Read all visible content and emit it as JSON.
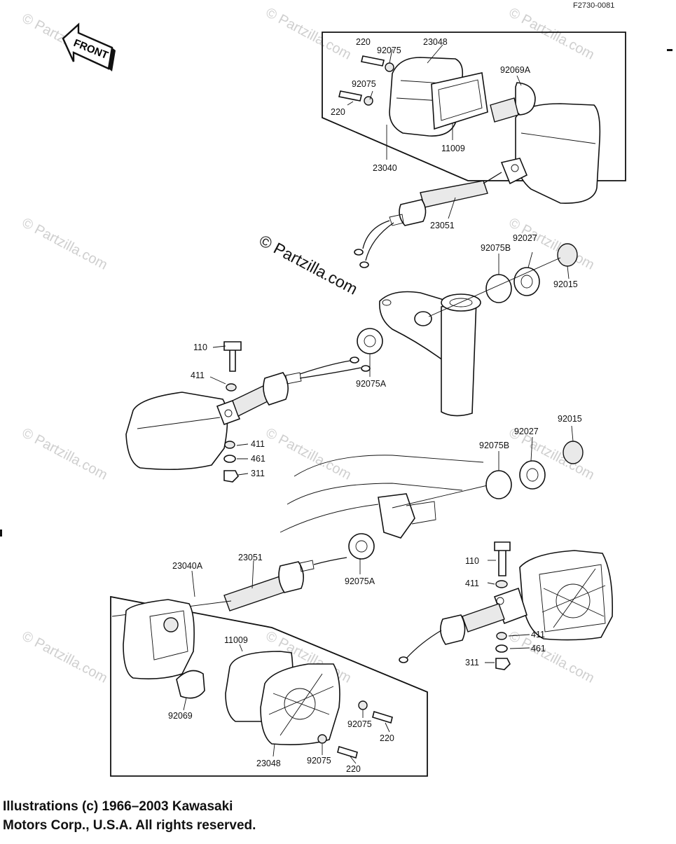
{
  "diagram_code": "F2730-0081",
  "front_label": "FRONT",
  "brand_watermark": "© Partzilla.com",
  "faint_watermark": "© Partzilla.com",
  "copyright_lines": [
    "Illustrations (c) 1966–2003 Kawasaki",
    "Motors Corp., U.S.A.  All rights reserved."
  ],
  "part_labels": {
    "p220_a": "220",
    "p92075_a": "92075",
    "p23048_a": "23048",
    "p92075_b": "92075",
    "p220_b": "220",
    "p92069A": "92069A",
    "p11009_a": "11009",
    "p23040": "23040",
    "p23051_a": "23051",
    "p92075B_a": "92075B",
    "p92027_a": "92027",
    "p92015_a": "92015",
    "p110_a": "110",
    "p411_a": "411",
    "p92075A_a": "92075A",
    "p411_b": "411",
    "p461_a": "461",
    "p311_a": "311",
    "p92075B_b": "92075B",
    "p92027_b": "92027",
    "p92015_b": "92015",
    "p23040A": "23040A",
    "p23051_b": "23051",
    "p92075A_b": "92075A",
    "p110_b": "110",
    "p411_c": "411",
    "p411_d": "411",
    "p461_b": "461",
    "p311_b": "311",
    "p11009_b": "11009",
    "p92069": "92069",
    "p92075_c": "92075",
    "p220_c": "220",
    "p23048_b": "23048",
    "p92075_d": "92075",
    "p220_d": "220"
  }
}
